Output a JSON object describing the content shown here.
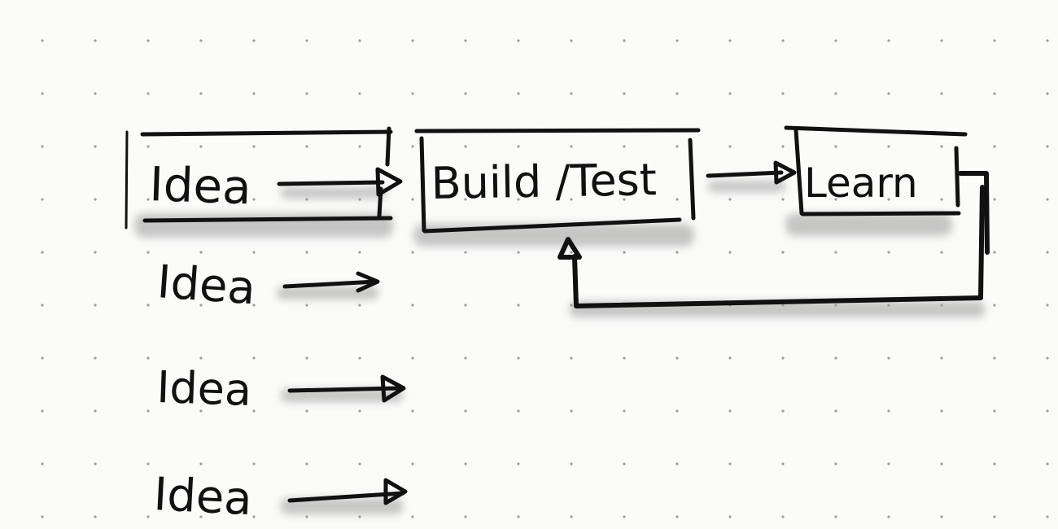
{
  "diagram": {
    "nodes": {
      "idea_main": "Idea",
      "build_test": "Build /Test",
      "learn": "Learn",
      "idea_2": "Idea",
      "idea_3": "Idea",
      "idea_4": "Idea"
    },
    "edges": [
      {
        "from": "idea_main",
        "to": "build_test"
      },
      {
        "from": "build_test",
        "to": "learn"
      },
      {
        "from": "learn",
        "to": "build_test"
      },
      {
        "from": "idea_2",
        "to": ""
      },
      {
        "from": "idea_3",
        "to": ""
      },
      {
        "from": "idea_4",
        "to": ""
      }
    ]
  },
  "colors": {
    "paper": "#fbfbfa",
    "ink": "#111111",
    "shadow": "#9a9a9a",
    "dot": "#9e9e9e"
  }
}
